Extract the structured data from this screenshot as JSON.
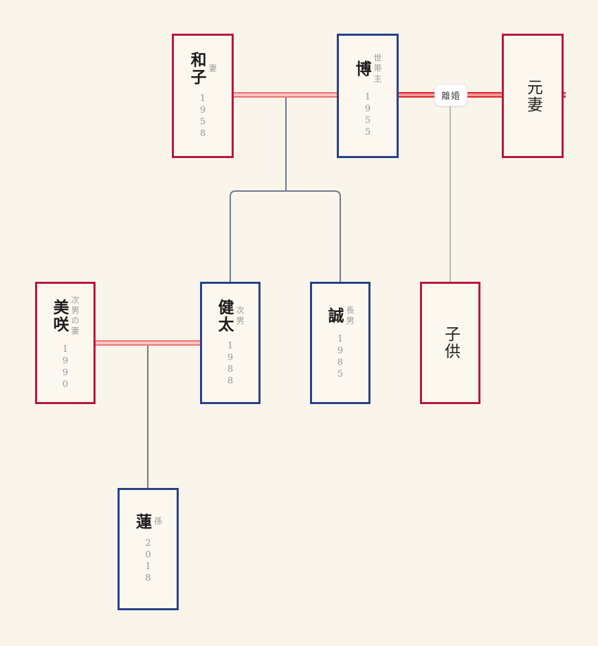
{
  "diagram": {
    "type": "family-tree",
    "background_color": "#faf5eb",
    "card_background_color": "#fcf8f0"
  },
  "people": [
    {
      "name": "和子",
      "label": "妻",
      "year": "1958",
      "border": "female"
    },
    {
      "name": "博",
      "label": "世帯主",
      "year": "1955",
      "border": "male"
    },
    {
      "name": "元妻",
      "label": "",
      "year": "",
      "border": "female"
    },
    {
      "name": "美咲",
      "label": "次男の妻",
      "year": "1990",
      "border": "female"
    },
    {
      "name": "健太",
      "label": "次男",
      "year": "1988",
      "border": "male"
    },
    {
      "name": "誠",
      "label": "長男",
      "year": "1985",
      "border": "male"
    },
    {
      "name": "子供",
      "label": "",
      "year": "",
      "border": "female"
    },
    {
      "name": "蓮",
      "label": "孫",
      "year": "2018",
      "border": "male"
    }
  ],
  "badges": {
    "divorce": "離婚"
  },
  "colors": {
    "female_border": "#b7163e",
    "male_border": "#25418c",
    "marriage_line_edge": "#ef7272",
    "marriage_line_fill": "#f7c6c6",
    "divorce_line_edge": "#e12222",
    "divorce_line_fill": "#f09a9a",
    "child_line": "#6e7a89",
    "divorce_child_line": "#b8b8b8"
  }
}
